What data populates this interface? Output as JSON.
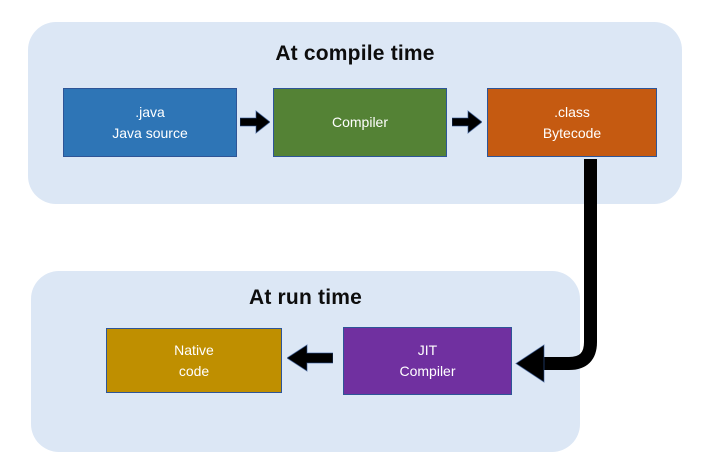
{
  "compile_section": {
    "title": "At compile time",
    "boxes": [
      {
        "name": "java-source",
        "line1": ".java",
        "line2": "Java source"
      },
      {
        "name": "compiler",
        "line1": "Compiler"
      },
      {
        "name": "class-bytecode",
        "line1": ".class",
        "line2": "Bytecode"
      }
    ]
  },
  "run_section": {
    "title": "At run time",
    "boxes": [
      {
        "name": "native-code",
        "line1": "Native",
        "line2": "code"
      },
      {
        "name": "jit-compiler",
        "line1": "JIT",
        "line2": "Compiler"
      }
    ]
  },
  "colors": {
    "panel_bg": "#dce7f5",
    "java_box": "#2e75b6",
    "compiler_box": "#548235",
    "class_box": "#c55a11",
    "native_box": "#bf8f00",
    "jit_box": "#7030a0",
    "box_border": "#2e5597",
    "arrow": "#000000",
    "title_text": "#0d0d0d",
    "box_text": "#ffffff"
  }
}
